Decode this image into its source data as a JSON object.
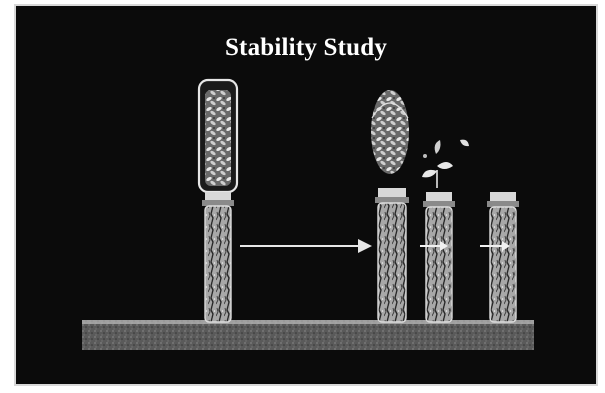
{
  "slide": {
    "title": "Stability Study"
  },
  "colors": {
    "background": "#0b0b0b",
    "title": "#ffffff",
    "arrow": "#e6e6e6",
    "tube_glass": "#d9d9d9",
    "plant": "#bdbdbd"
  },
  "icons": {
    "large_tube_with_plant": "tall-culture-tube-with-shoot",
    "tube_with_roots": "culture-tube-with-roots",
    "small_seedling": "seedling-icon",
    "arrow": "right-arrow-icon"
  }
}
